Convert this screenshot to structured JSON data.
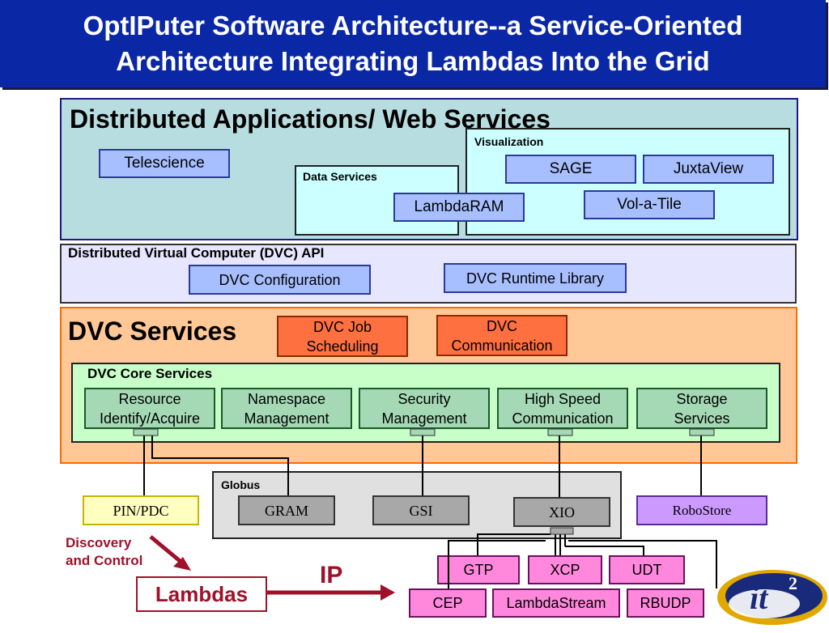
{
  "title": {
    "line1": "OptIPuter Software Architecture--a Service-Oriented",
    "line2": "Architecture Integrating Lambdas Into the Grid"
  },
  "distributed_apps": {
    "heading": "Distributed Applications/ Web Services",
    "telescience": "Telescience",
    "visualization": {
      "label": "Visualization",
      "sage": "SAGE",
      "juxtaview": "JuxtaView",
      "vol_a_tile": "Vol-a-Tile"
    },
    "data_services": {
      "label": "Data Services",
      "lambdaram": "LambdaRAM"
    }
  },
  "dvc_api": {
    "heading": "Distributed Virtual Computer (DVC) API",
    "configuration": "DVC Configuration",
    "runtime_library": "DVC Runtime Library"
  },
  "dvc_services": {
    "heading": "DVC Services",
    "job_scheduling": [
      "DVC Job",
      "Scheduling"
    ],
    "communication": [
      "DVC",
      "Communication"
    ],
    "core": {
      "label": "DVC Core Services",
      "items": [
        [
          "Resource",
          "Identify/Acquire"
        ],
        [
          "Namespace",
          "Management"
        ],
        [
          "Security",
          "Management"
        ],
        [
          "High Speed",
          "Communication"
        ],
        [
          "Storage",
          "Services"
        ]
      ]
    }
  },
  "globus": {
    "label": "Globus",
    "gram": "GRAM",
    "gsi": "GSI",
    "xio": "XIO"
  },
  "pin_pdc": "PIN/PDC",
  "robustore": "RoboStore",
  "discovery": [
    "Discovery",
    "and Control"
  ],
  "lambdas": "Lambdas",
  "ip": "IP",
  "protocols": {
    "row1": [
      "GTP",
      "XCP",
      "UDT"
    ],
    "row2": [
      "CEP",
      "LambdaStream",
      "RBUDP"
    ]
  },
  "logo_text": "it",
  "logo_sup": "2",
  "colors": {
    "title_bg": "#0a28a6",
    "apps_bg": "#b8dde0",
    "api_bg": "#e6e6ff",
    "services_bg": "#ffc896",
    "core_bg": "#c8ffc8",
    "globus_bg": "#e0e0e0",
    "arrow": "#a0102a"
  }
}
